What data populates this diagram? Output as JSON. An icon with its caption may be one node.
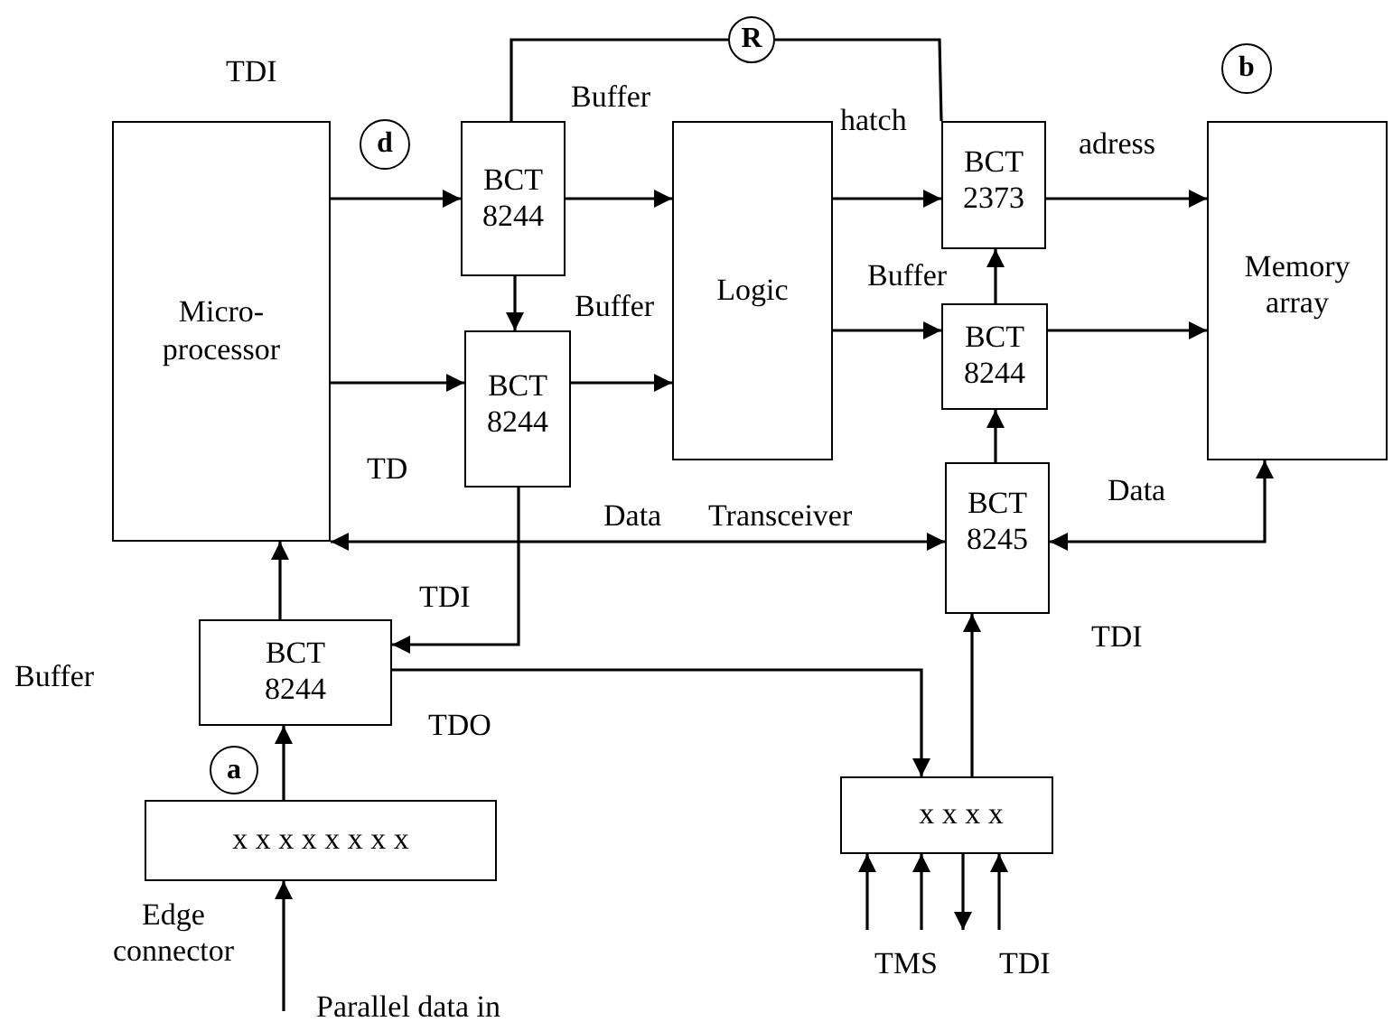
{
  "diagram": {
    "nodes": [
      {
        "text": [
          "Micro- processor"
        ]
      },
      {
        "text": [
          "BCT 8244"
        ]
      },
      {
        "text": [
          "BCT 8244"
        ]
      },
      {
        "text": [
          "Logic"
        ]
      },
      {
        "text": [
          "BCT 2373"
        ]
      },
      {
        "text": [
          "BCT 8244"
        ]
      },
      {
        "text": [
          "BCT 8245"
        ]
      },
      {
        "text": [
          "Memory array"
        ]
      },
      {
        "text": [
          "BCT 8244"
        ]
      },
      {
        "text": [
          "x x x x x x x x"
        ]
      },
      {
        "text": [
          "x x x x"
        ]
      },
      {
        "text": [
          "R"
        ]
      },
      {
        "text": [
          "d"
        ]
      },
      {
        "text": [
          "b"
        ]
      },
      {
        "text": [
          "a"
        ]
      }
    ],
    "edges": [
      {
        "from": 0,
        "to": 1,
        "arrow": "to"
      },
      {
        "from": 0,
        "to": 2,
        "arrow": "to"
      },
      {
        "from": 1,
        "to": 2,
        "arrow": "to"
      },
      {
        "from": 1,
        "to": 3,
        "arrow": "to"
      },
      {
        "from": 2,
        "to": 3,
        "arrow": "to"
      },
      {
        "from": 1,
        "to": 11,
        "arrow": "none"
      },
      {
        "from": 11,
        "to": 4,
        "arrow": "none"
      },
      {
        "from": 3,
        "to": 4,
        "arrow": "to"
      },
      {
        "from": 3,
        "to": 5,
        "arrow": "to"
      },
      {
        "from": 5,
        "to": 4,
        "arrow": "to"
      },
      {
        "from": 4,
        "to": 7,
        "arrow": "to"
      },
      {
        "from": 5,
        "to": 7,
        "arrow": "to"
      },
      {
        "from": 6,
        "to": 5,
        "arrow": "to"
      },
      {
        "from": 0,
        "to": 6,
        "arrow": "both"
      },
      {
        "from": 7,
        "to": 6,
        "arrow": "both"
      },
      {
        "from": 2,
        "to": 8,
        "arrow": "to"
      },
      {
        "from": 8,
        "to": 10,
        "arrow": "to"
      },
      {
        "from": 10,
        "to": 6,
        "arrow": "to"
      },
      {
        "from": 8,
        "to": 0,
        "arrow": "to"
      },
      {
        "from": 9,
        "to": 8,
        "arrow": "to"
      },
      {
        "from": null,
        "to": 9,
        "arrow": "to"
      },
      {
        "from": null,
        "to": 10,
        "arrow": "to"
      },
      {
        "from": null,
        "to": 10,
        "arrow": "to"
      },
      {
        "from": 10,
        "to": null,
        "arrow": "to"
      },
      {
        "from": null,
        "to": 10,
        "arrow": "to"
      }
    ],
    "labels": [
      "TDI",
      "Buffer",
      "Buffer",
      "hatch",
      "adress",
      "Buffer",
      "TD",
      "Data",
      "Transceiver",
      "Data",
      "TDI",
      "Buffer",
      "TDO",
      "TDI",
      "Edge connector",
      "Parallel data in",
      "TMS",
      "TDI"
    ]
  }
}
